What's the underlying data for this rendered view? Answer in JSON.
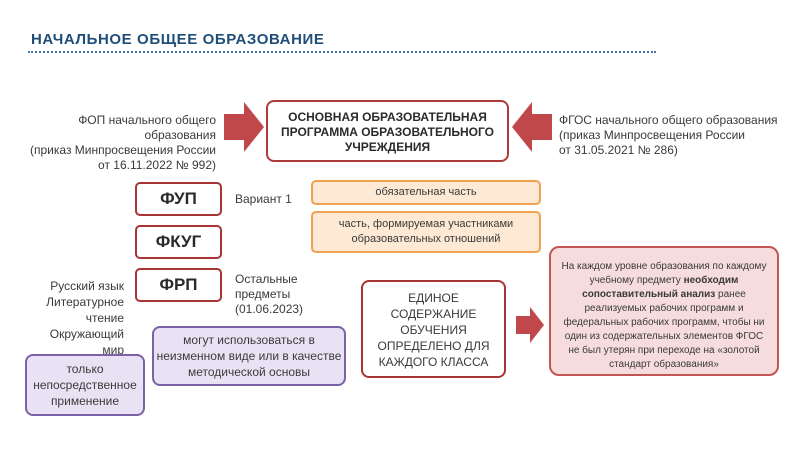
{
  "title": "НАЧАЛЬНОЕ ОБЩЕЕ ОБРАЗОВАНИЕ",
  "left_source": {
    "line1": "ФОП начального общего образования",
    "line2": "(приказ Минпросвещения России",
    "line3": "от 16.11.2022 № 992)"
  },
  "right_source": {
    "line1": "ФГОС начального общего образования",
    "line2": "(приказ Минпросвещения России",
    "line3": "от 31.05.2021 № 286)"
  },
  "center_box": {
    "line1": "ОСНОВНАЯ ОБРАЗОВАТЕЛЬНАЯ",
    "line2": "ПРОГРАММА ОБРАЗОВАТЕЛЬНОГО",
    "line3": "УЧРЕЖДЕНИЯ"
  },
  "codes": {
    "fup": "ФУП",
    "fkug": "ФКУГ",
    "frp": "ФРП"
  },
  "variant": "Вариант 1",
  "mandatory_part": "обязательная часть",
  "participants_part": {
    "line1": "часть, формируемая участниками",
    "line2": "образовательных отношений"
  },
  "subjects": {
    "line1": "Русский язык",
    "line2": "Литературное",
    "line3": "чтение",
    "line4": "Окружающий",
    "line5": "мир"
  },
  "other_subjects": {
    "line1": "Остальные",
    "line2": "предметы",
    "line3": "(01.06.2023)"
  },
  "direct_use": {
    "line1": "только",
    "line2": "непосредственное",
    "line3": "применение"
  },
  "may_use": {
    "line1": "могут использоваться в",
    "line2": "неизменном виде или в качестве",
    "line3": "методической основы"
  },
  "unified_content": {
    "line1": "ЕДИНОЕ",
    "line2": "СОДЕРЖАНИЕ",
    "line3": "ОБУЧЕНИЯ",
    "line4": "ОПРЕДЕЛЕНО ДЛЯ",
    "line5": "КАЖДОГО КЛАССА"
  },
  "analysis_note": {
    "part1": "На каждом уровне образования по каждому учебному предмету ",
    "bold": "необходим сопоставительный анализ",
    "part2": " ранее реализуемых рабочих программ и федеральных рабочих программ, чтобы ни один из содержательных элементов ФГОС не был утерян при переходе на «золотой стандарт образования»"
  },
  "colors": {
    "title": "#1f4e79",
    "arrow": "#c0474a",
    "box_border": "#a83434",
    "orange_border": "#f0a050",
    "orange_fill": "#fde9d4",
    "purple_border": "#7b62a6",
    "purple_fill": "#e9e2f4",
    "pink_fill": "#f6dcdc"
  }
}
